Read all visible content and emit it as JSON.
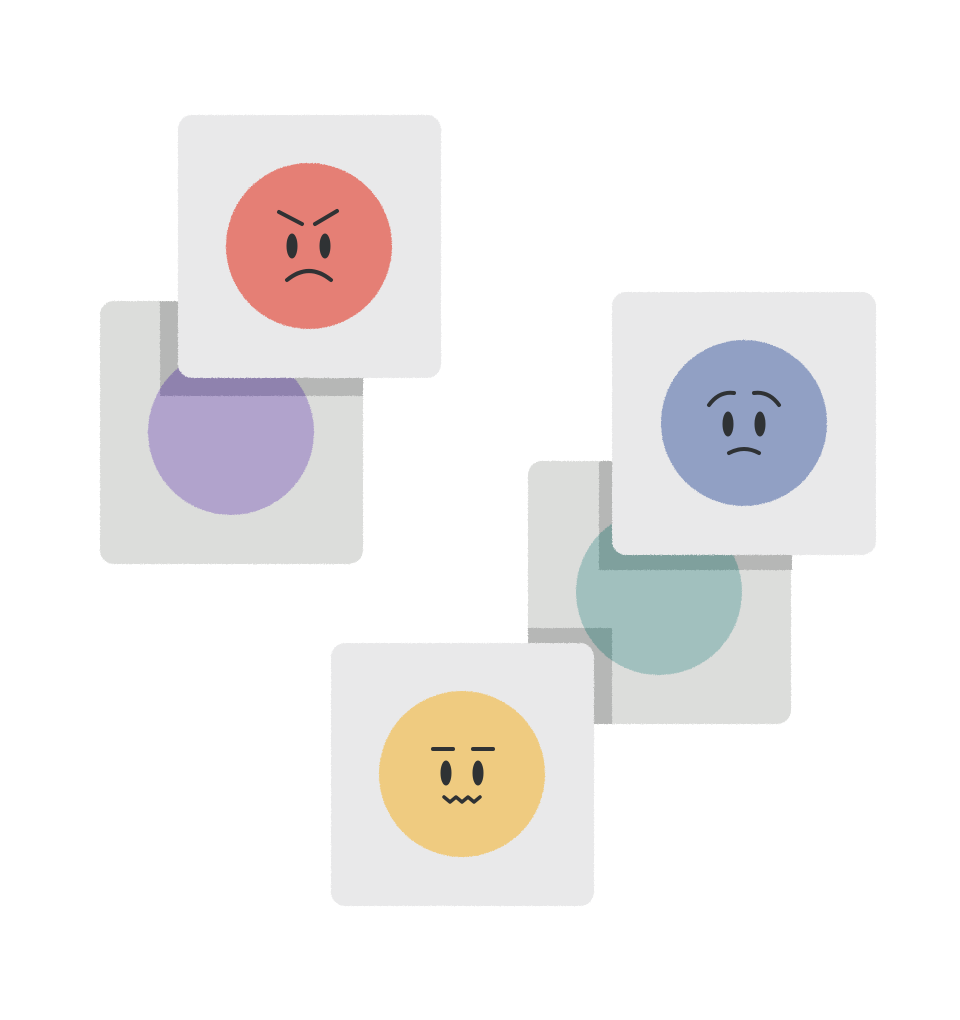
{
  "illustration": {
    "cards": [
      {
        "emotion": "angry",
        "face_color": "#E57F75",
        "layer": "front"
      },
      {
        "emotion": "hidden",
        "face_color": "#B1A3CC",
        "layer": "back"
      },
      {
        "emotion": "sad",
        "face_color": "#91A0C4",
        "layer": "front"
      },
      {
        "emotion": "hidden",
        "face_color": "#A1C0BE",
        "layer": "back"
      },
      {
        "emotion": "nervous",
        "face_color": "#EFCB80",
        "layer": "front"
      }
    ],
    "card_colors": {
      "front": "#E9E9EA",
      "back": "#DCDDDB",
      "shadow": "#B6B7B6",
      "ink": "#2F3234"
    }
  }
}
